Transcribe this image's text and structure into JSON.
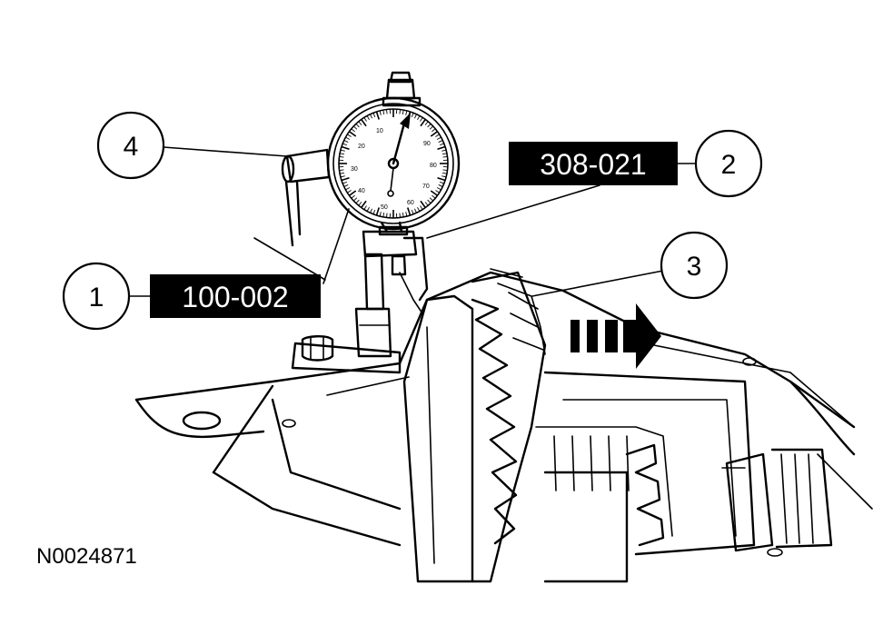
{
  "figure_id": "N0024871",
  "callouts": {
    "one": "1",
    "two": "2",
    "three": "3",
    "four": "4"
  },
  "tool_tags": {
    "dial_indicator": "100-002",
    "holder": "308-021"
  },
  "dial_scale": {
    "n10": "10",
    "n20": "20",
    "n30": "30",
    "n40": "40",
    "n50": "50",
    "n60": "60",
    "n70": "70",
    "n80": "80",
    "n90": "90"
  },
  "colors": {
    "ink": "#000000",
    "paper": "#ffffff"
  }
}
